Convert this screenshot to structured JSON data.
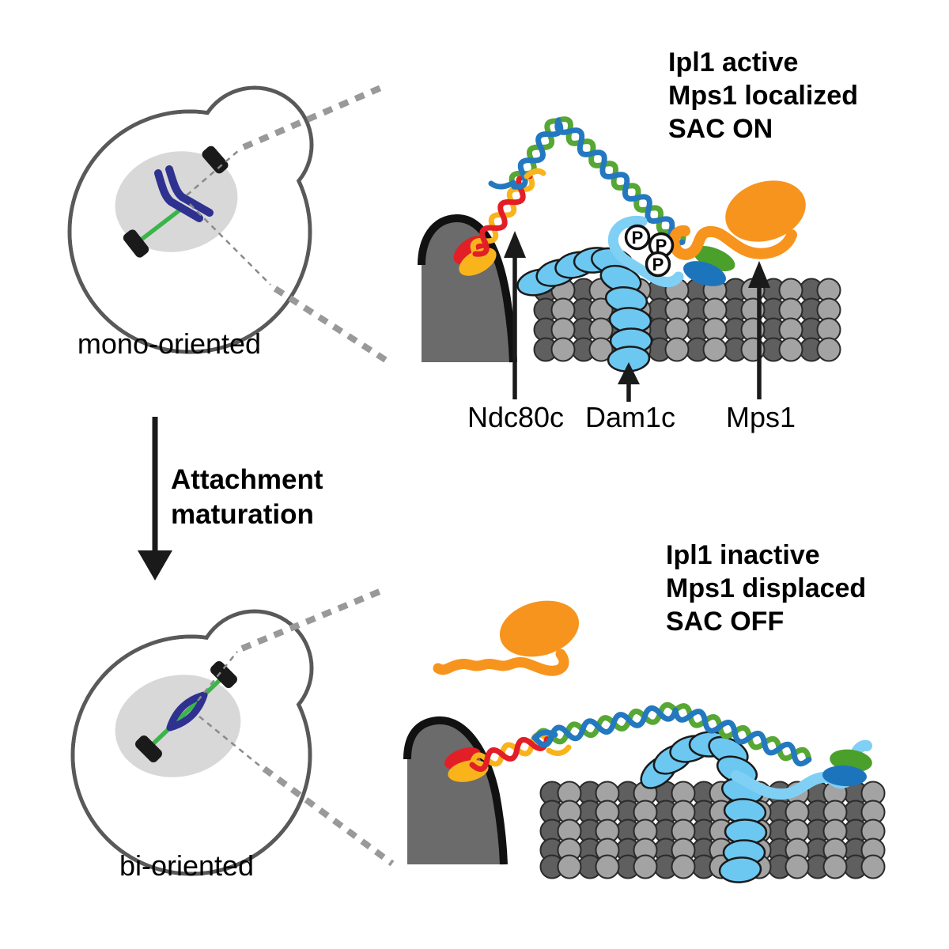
{
  "palette": {
    "helix_red": "#e21f26",
    "helix_yellow": "#f9b41c",
    "helix_green": "#56a733",
    "helix_blue": "#2478bf",
    "dam1c_light_blue": "#6dc8f1",
    "mps1_orange": "#f7941d",
    "ndc80_head_green": "#4ba02c",
    "ndc80_head_blue": "#1c75bc",
    "microtubule_light_gray": "#a3a3a3",
    "microtubule_dark_gray": "#5f5f5f",
    "spindle_green": "#3bb54a",
    "chromosome_navy": "#2f3190",
    "nucleus_gray": "#d8d8d8",
    "spindle_pole_gray": "#6b6b6b"
  },
  "cells": {
    "mono_label": "mono-oriented",
    "bi_label": "bi-oriented"
  },
  "transition": {
    "line1": "Attachment",
    "line2": "maturation"
  },
  "sac_on": {
    "line1": "Ipl1 active",
    "line2": "Mps1 localized",
    "line3": "SAC ON"
  },
  "sac_off": {
    "line1": "Ipl1 inactive",
    "line2": "Mps1 displaced",
    "line3": "SAC OFF"
  },
  "molecule_labels": {
    "ndc80c": "Ndc80c",
    "dam1c": "Dam1c",
    "mps1": "Mps1"
  },
  "phospho": {
    "symbol": "P"
  }
}
